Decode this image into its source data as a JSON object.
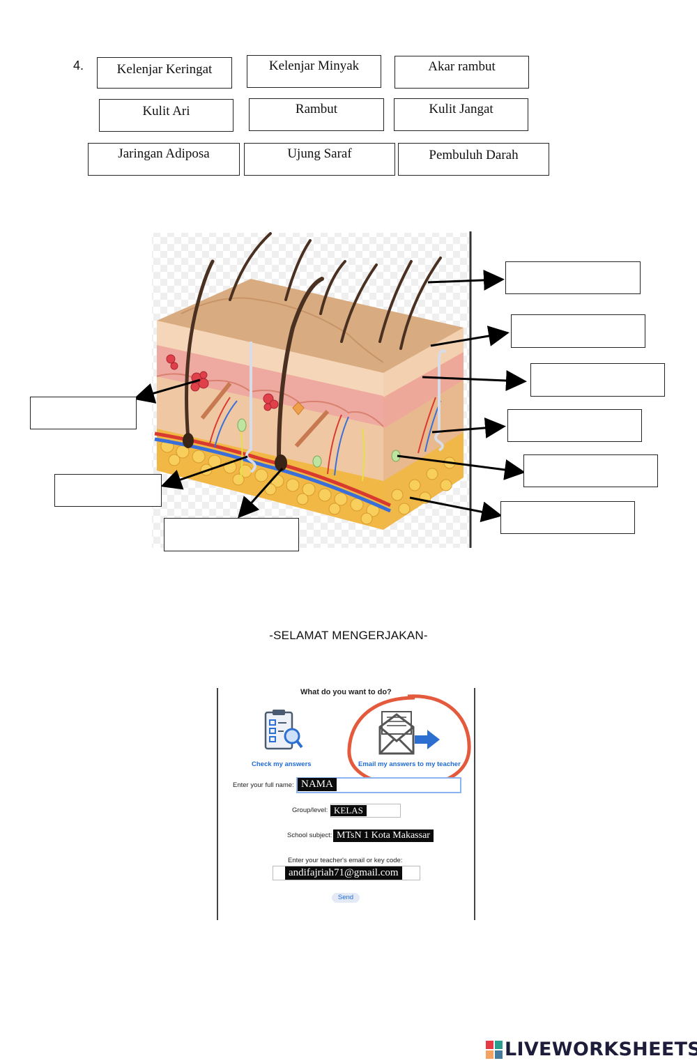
{
  "question": {
    "number": "4."
  },
  "word_bank": [
    "Kelenjar Keringat",
    "Kelenjar Minyak",
    "Akar rambut",
    "Kulit Ari",
    "Rambut",
    "Kulit Jangat",
    "Jaringan Adiposa",
    "Ujung Saraf",
    "Pembuluh Darah"
  ],
  "greeting": "-SELAMAT MENGERJAKAN-",
  "submit_panel": {
    "heading": "What do you want to do?",
    "check_label": "Check my answers",
    "email_label": "Email my answers to my teacher",
    "name_label": "Enter your full name:",
    "name_value": "NAMA",
    "group_label": "Group/level:",
    "group_value": "KELAS",
    "subject_label": "School subject:",
    "subject_value": "MTsN 1 Kota Makassar",
    "email_prompt": "Enter your teacher's email or key code:",
    "email_value": "andifajriah71@gmail.com",
    "send_label": "Send"
  },
  "brand": {
    "name": "LIVEWORKSHEETS",
    "accent_colors": [
      "#e63946",
      "#2a9d8f",
      "#f4a261",
      "#457b9d"
    ]
  },
  "icons": [
    "clipboard-check-icon",
    "envelope-arrow-icon",
    "liveworksheets-logo-icon"
  ]
}
